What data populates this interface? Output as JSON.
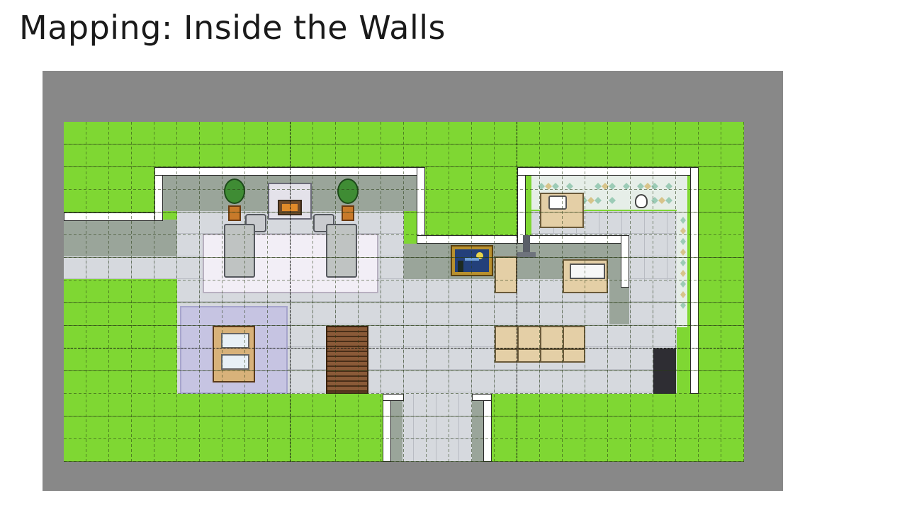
{
  "slide": {
    "title": "Mapping: Inside the Walls"
  },
  "editor": {
    "view": "map-editor-canvas",
    "grid": "on"
  },
  "colors": {
    "background": "#ffffff",
    "frame": "#888888",
    "grass": "#7fd733",
    "wall": "#ffffff",
    "wall_face": "#9aa59a",
    "floor": "#d6d9de"
  },
  "icons": {
    "plant": "potted-plant-icon",
    "fireplace": "fireplace-icon",
    "painting": "starry-night-painting-icon",
    "stairs": "staircase-icon",
    "bed": "bed-icon",
    "sink": "sink-icon",
    "toilet": "toilet-icon"
  }
}
